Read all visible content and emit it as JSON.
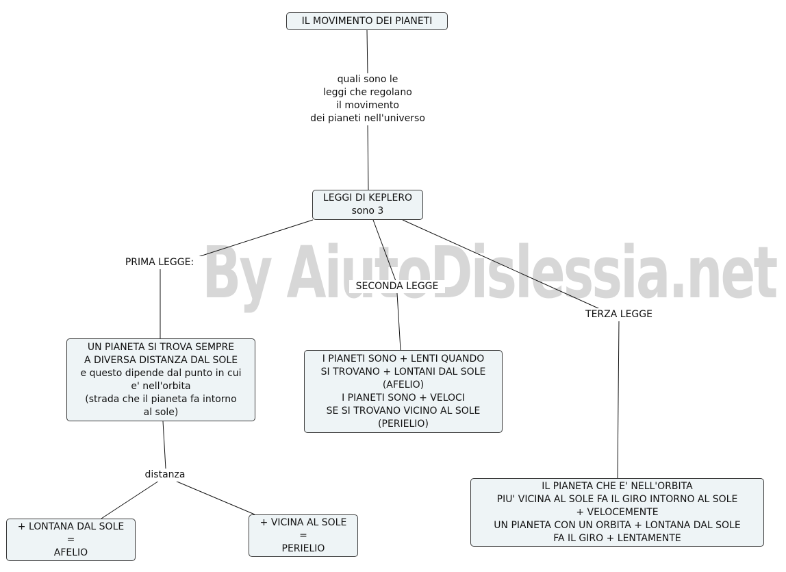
{
  "watermark": "By AiutoDislessia.net",
  "nodes": {
    "root": "IL MOVIMENTO DEI PIANETI",
    "keplero": "LEGGI DI KEPLERO\nsono 3",
    "prima_text": "UN PIANETA SI TROVA SEMPRE\nA DIVERSA DISTANZA DAL SOLE\n e questo dipende dal punto in cui\ne' nell'orbita\n (strada che il pianeta fa intorno\nal sole)",
    "seconda_text": "I PIANETI SONO + LENTI QUANDO\nSI TROVANO + LONTANI DAL SOLE\n(AFELIO)\nI PIANETI SONO + VELOCI\nSE SI TROVANO VICINO AL SOLE\n(PERIELIO)",
    "terza_text": "IL PIANETA CHE E' NELL'ORBITA\nPIU' VICINA AL SOLE FA IL GIRO INTORNO AL SOLE\n+ VELOCEMENTE\n UN PIANETA CON UN ORBITA + LONTANA DAL SOLE\nFA IL GIRO + LENTAMENTE",
    "lontana": "+ LONTANA DAL SOLE\n=\nAFELIO",
    "vicina": "+ VICINA AL SOLE\n=\nPERIELIO"
  },
  "links": {
    "question": "quali sono le\nleggi che regolano\nil movimento\ndei pianeti nell'universo",
    "prima": "PRIMA LEGGE:",
    "seconda": "SECONDA LEGGE",
    "terza": "TERZA LEGGE",
    "distanza": "distanza"
  },
  "colors": {
    "node_fill": "#eef4f6",
    "node_border": "#3a3a3a",
    "line": "#111111",
    "watermark": "#d7d7d7"
  }
}
